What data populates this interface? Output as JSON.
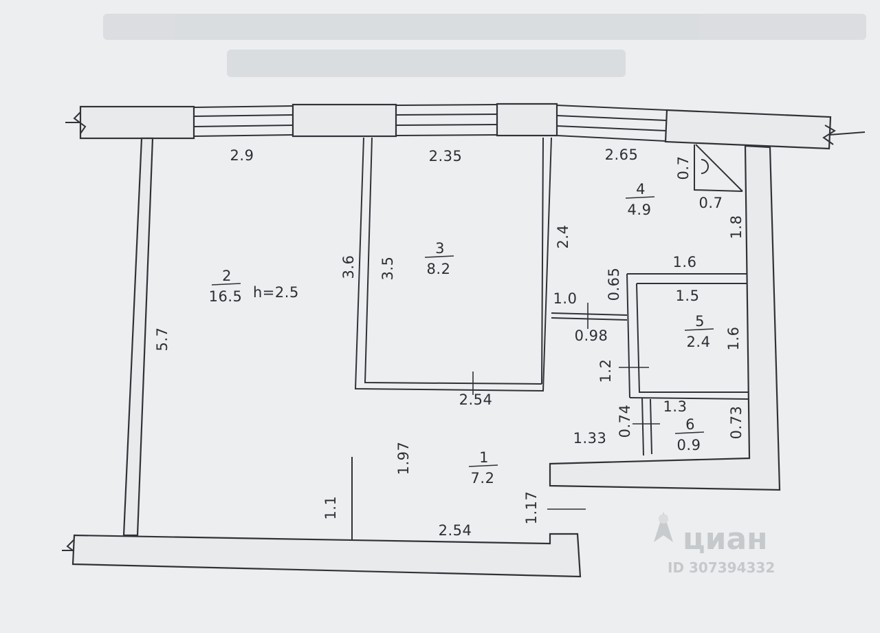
{
  "rooms": [
    {
      "number": "1",
      "area": "7.2"
    },
    {
      "number": "2",
      "area": "16.5",
      "height": "h=2.5"
    },
    {
      "number": "3",
      "area": "8.2"
    },
    {
      "number": "4",
      "area": "4.9"
    },
    {
      "number": "5",
      "area": "2.4"
    },
    {
      "number": "6",
      "area": "0.9"
    }
  ],
  "dimensions": {
    "r2_top": "2.9",
    "r3_top": "2.35",
    "r4_top": "2.65",
    "r2_left": "5.7",
    "r2_inner_right": "3.6",
    "r3_left": "3.5",
    "r4_left": "2.4",
    "corner_vertical": "0.7",
    "corner_horizontal": "0.7",
    "r4_right": "1.8",
    "r5_outer_top": "1.6",
    "r5_inner_top": "1.5",
    "r5_right": "1.6",
    "r5_door": "0.65",
    "corridor_door": "1.0",
    "corridor_width": "0.98",
    "r5_left": "1.2",
    "r3_bottom": "2.54",
    "r6_top": "1.3",
    "r6_left": "0.74",
    "r6_right": "0.73",
    "corridor_step": "1.33",
    "r1_height": "1.97",
    "r1_left": "1.1",
    "r1_bottom": "2.54",
    "entry": "1.17"
  },
  "watermark": {
    "brand": "циан",
    "id": "ID 307394332"
  }
}
